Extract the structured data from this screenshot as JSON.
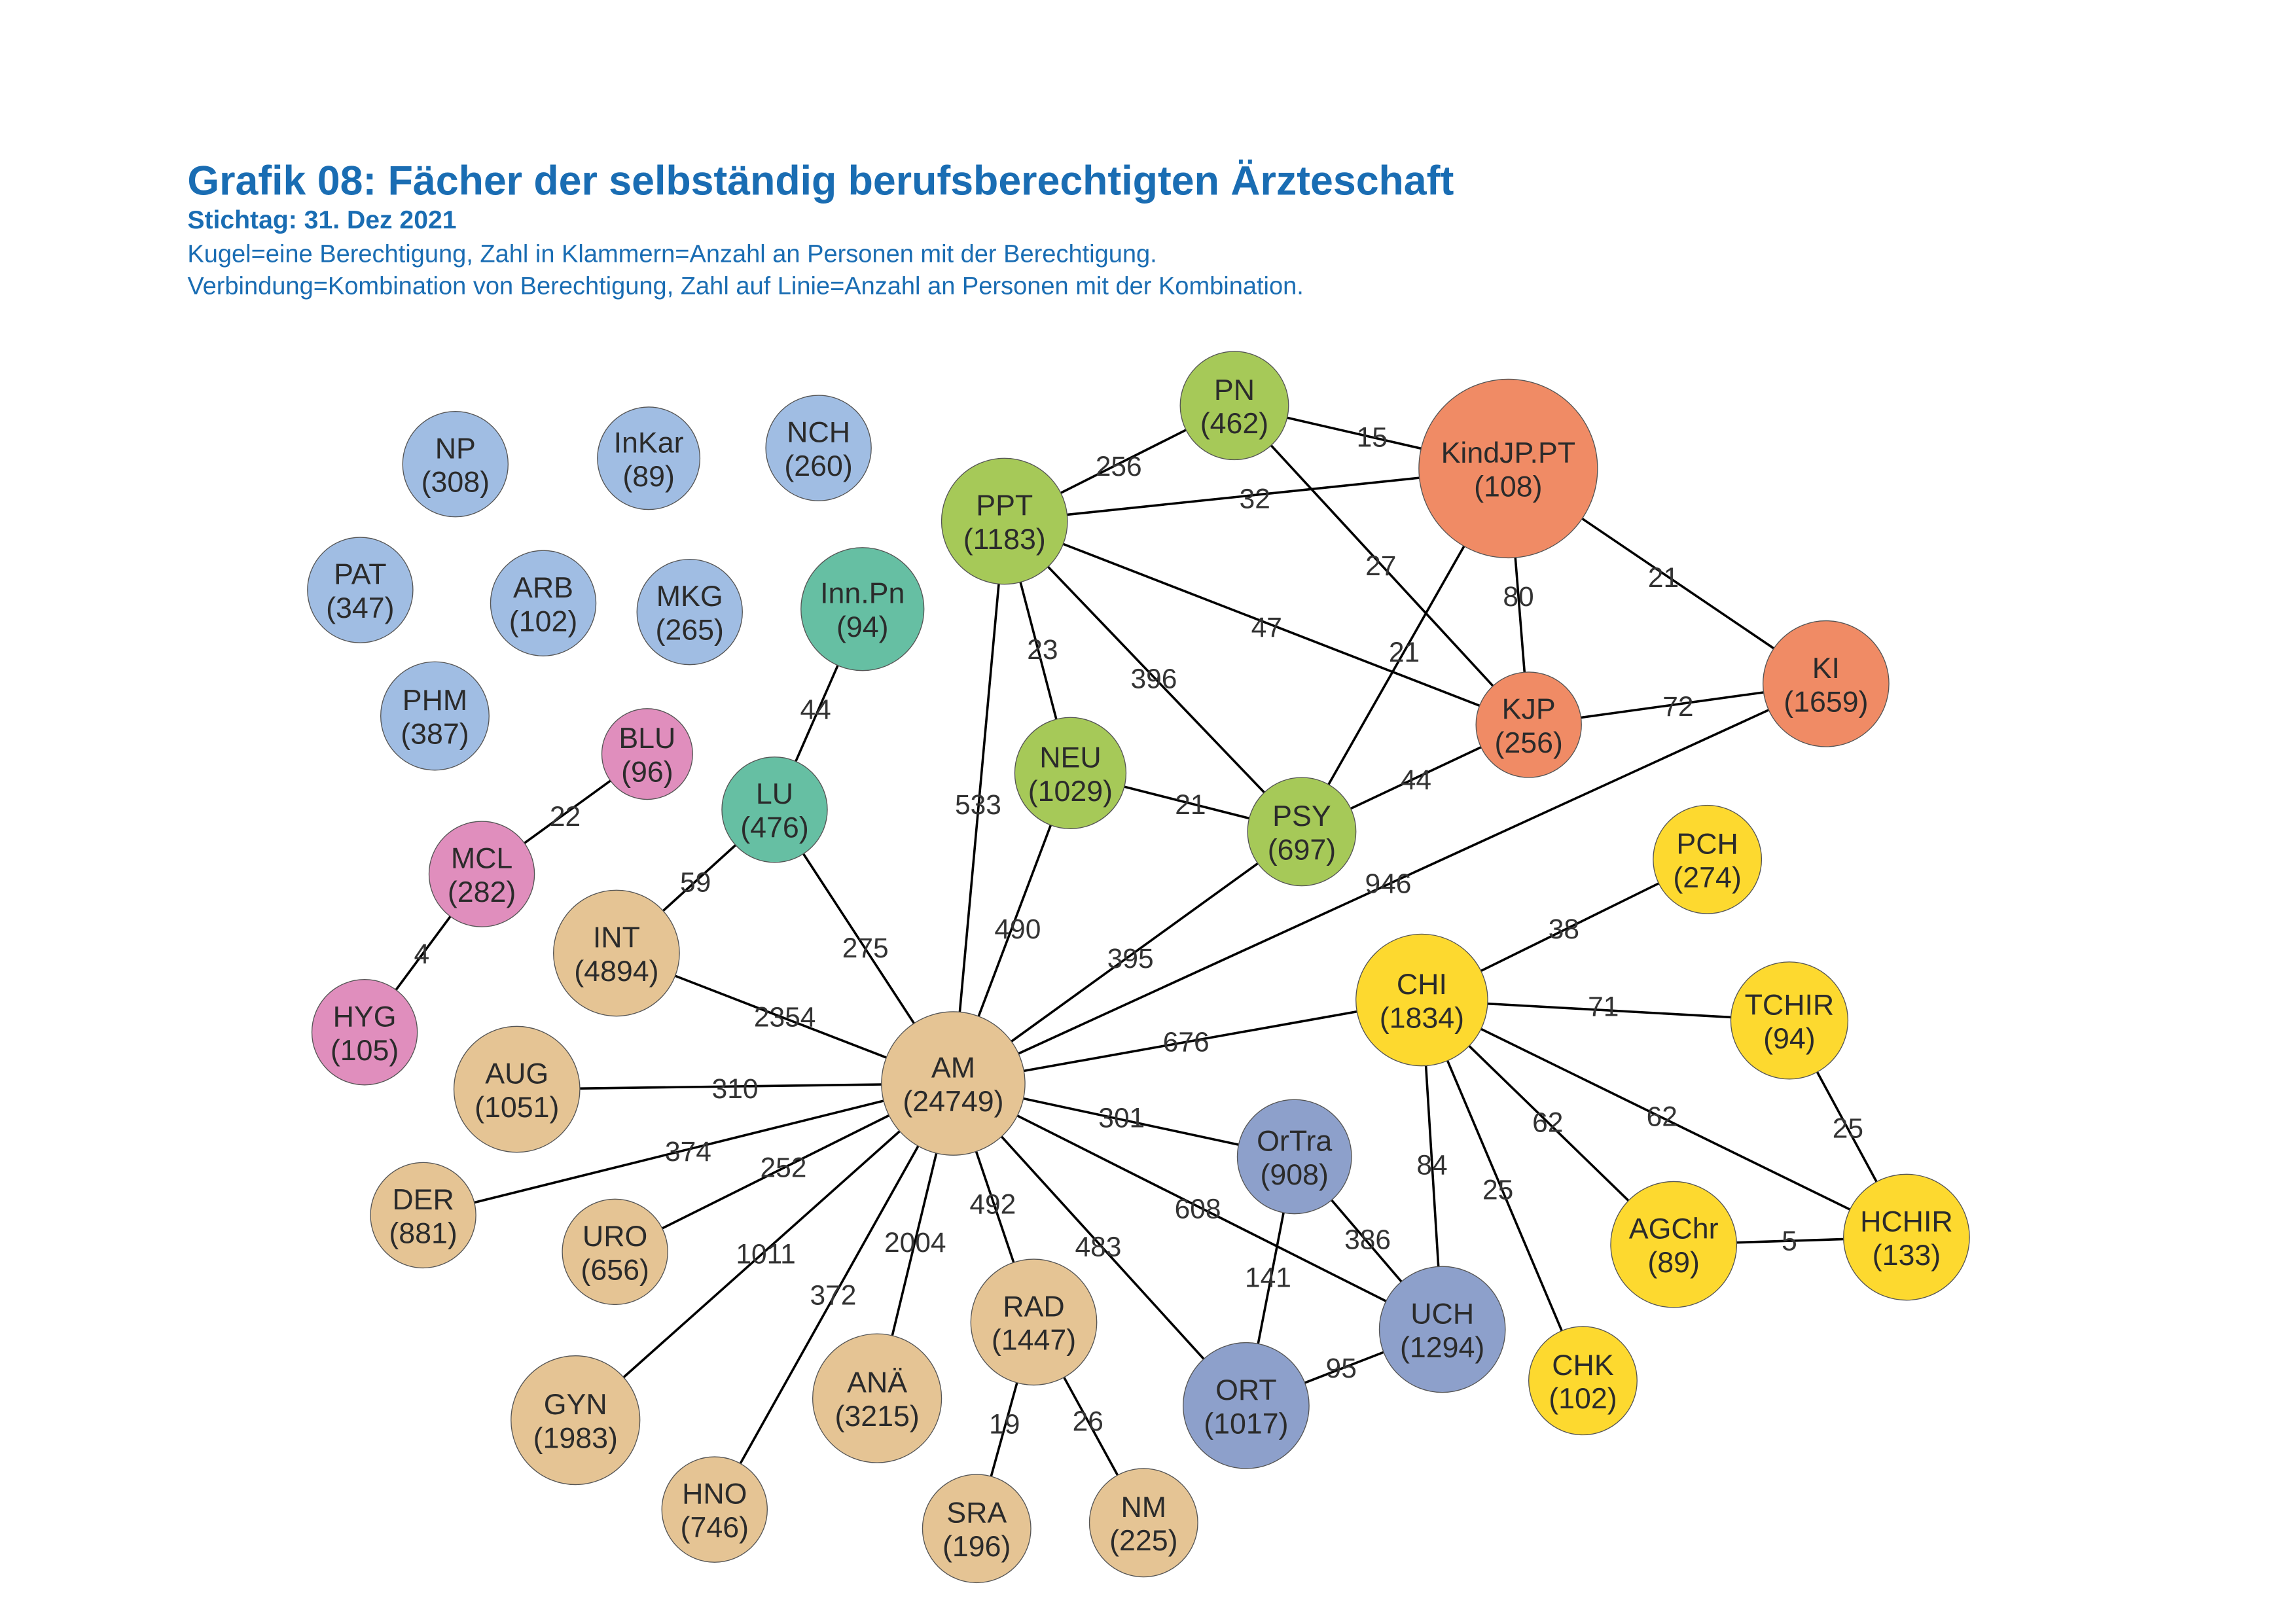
{
  "title": "Grafik 08: Fächer der selbständig berufsberechtigten Ärzteschaft",
  "subtitle": "Stichtag: 31. Dez 2021",
  "legend": [
    "Kugel=eine Berechtigung, Zahl in Klammern=Anzahl an Personen mit der Berechtigung.",
    "Verbindung=Kombination von Berechtigung, Zahl auf Linie=Anzahl an Personen mit der Kombination."
  ],
  "group_colors": {
    "blue": "#a0bde3",
    "teal": "#66bfa3",
    "pink": "#e08ebd",
    "tan": "#e5c494",
    "green": "#a6c958",
    "orange": "#f08b65",
    "yellow": "#fdd92f",
    "slate": "#8da0cb"
  },
  "nodes": [
    {
      "id": "NP",
      "count": 308,
      "group": "blue"
    },
    {
      "id": "InKar",
      "count": 89,
      "group": "blue"
    },
    {
      "id": "NCH",
      "count": 260,
      "group": "blue"
    },
    {
      "id": "PAT",
      "count": 347,
      "group": "blue"
    },
    {
      "id": "ARB",
      "count": 102,
      "group": "blue"
    },
    {
      "id": "MKG",
      "count": 265,
      "group": "blue"
    },
    {
      "id": "PHM",
      "count": 387,
      "group": "blue"
    },
    {
      "id": "Inn.Pn",
      "count": 94,
      "group": "teal"
    },
    {
      "id": "LU",
      "count": 476,
      "group": "teal"
    },
    {
      "id": "BLU",
      "count": 96,
      "group": "pink"
    },
    {
      "id": "MCL",
      "count": 282,
      "group": "pink"
    },
    {
      "id": "HYG",
      "count": 105,
      "group": "pink"
    },
    {
      "id": "INT",
      "count": 4894,
      "group": "tan"
    },
    {
      "id": "AUG",
      "count": 1051,
      "group": "tan"
    },
    {
      "id": "DER",
      "count": 881,
      "group": "tan"
    },
    {
      "id": "URO",
      "count": 656,
      "group": "tan"
    },
    {
      "id": "GYN",
      "count": 1983,
      "group": "tan"
    },
    {
      "id": "HNO",
      "count": 746,
      "group": "tan"
    },
    {
      "id": "ANÄ",
      "count": 3215,
      "group": "tan"
    },
    {
      "id": "RAD",
      "count": 1447,
      "group": "tan"
    },
    {
      "id": "SRA",
      "count": 196,
      "group": "tan"
    },
    {
      "id": "NM",
      "count": 225,
      "group": "tan"
    },
    {
      "id": "AM",
      "count": 24749,
      "group": "tan"
    },
    {
      "id": "PPT",
      "count": 1183,
      "group": "green"
    },
    {
      "id": "PN",
      "count": 462,
      "group": "green"
    },
    {
      "id": "NEU",
      "count": 1029,
      "group": "green"
    },
    {
      "id": "PSY",
      "count": 697,
      "group": "green"
    },
    {
      "id": "KindJP.PT",
      "count": 108,
      "group": "orange"
    },
    {
      "id": "KJP",
      "count": 256,
      "group": "orange"
    },
    {
      "id": "KI",
      "count": 1659,
      "group": "orange"
    },
    {
      "id": "CHI",
      "count": 1834,
      "group": "yellow"
    },
    {
      "id": "PCH",
      "count": 274,
      "group": "yellow"
    },
    {
      "id": "TCHIR",
      "count": 94,
      "group": "yellow"
    },
    {
      "id": "AGChr",
      "count": 89,
      "group": "yellow"
    },
    {
      "id": "HCHIR",
      "count": 133,
      "group": "yellow"
    },
    {
      "id": "CHK",
      "count": 102,
      "group": "yellow"
    },
    {
      "id": "OrTra",
      "count": 908,
      "group": "slate"
    },
    {
      "id": "UCH",
      "count": 1294,
      "group": "slate"
    },
    {
      "id": "ORT",
      "count": 1017,
      "group": "slate"
    }
  ],
  "edges": [
    {
      "source": "PN",
      "target": "PPT",
      "value": 256
    },
    {
      "source": "PN",
      "target": "KindJP.PT",
      "value": 15
    },
    {
      "source": "PPT",
      "target": "KindJP.PT",
      "value": 32
    },
    {
      "source": "PN",
      "target": "KJP",
      "value": 27
    },
    {
      "source": "KindJP.PT",
      "target": "KJP",
      "value": 80
    },
    {
      "source": "KindJP.PT",
      "target": "KI",
      "value": 21
    },
    {
      "source": "KindJP.PT",
      "target": "PSY",
      "value": 21
    },
    {
      "source": "PPT",
      "target": "KJP",
      "value": 47
    },
    {
      "source": "PPT",
      "target": "NEU",
      "value": 23
    },
    {
      "source": "PPT",
      "target": "PSY",
      "value": 396
    },
    {
      "source": "PPT",
      "target": "AM",
      "value": 533
    },
    {
      "source": "NEU",
      "target": "PSY",
      "value": 21
    },
    {
      "source": "NEU",
      "target": "AM",
      "value": 490
    },
    {
      "source": "PSY",
      "target": "KJP",
      "value": 44
    },
    {
      "source": "KJP",
      "target": "KI",
      "value": 72
    },
    {
      "source": "PSY",
      "target": "AM",
      "value": 395
    },
    {
      "source": "KI",
      "target": "AM",
      "value": 946
    },
    {
      "source": "Inn.Pn",
      "target": "LU",
      "value": 44
    },
    {
      "source": "LU",
      "target": "INT",
      "value": 59
    },
    {
      "source": "LU",
      "target": "AM",
      "value": 275
    },
    {
      "source": "BLU",
      "target": "MCL",
      "value": 22
    },
    {
      "source": "MCL",
      "target": "HYG",
      "value": 4
    },
    {
      "source": "INT",
      "target": "AM",
      "value": 2354
    },
    {
      "source": "AUG",
      "target": "AM",
      "value": 310
    },
    {
      "source": "DER",
      "target": "AM",
      "value": 374
    },
    {
      "source": "URO",
      "target": "AM",
      "value": 252
    },
    {
      "source": "GYN",
      "target": "AM",
      "value": 1011
    },
    {
      "source": "HNO",
      "target": "AM",
      "value": 372
    },
    {
      "source": "ANÄ",
      "target": "AM",
      "value": 2004
    },
    {
      "source": "RAD",
      "target": "AM",
      "value": 492
    },
    {
      "source": "ORT",
      "target": "AM",
      "value": 483
    },
    {
      "source": "OrTra",
      "target": "AM",
      "value": 301
    },
    {
      "source": "UCH",
      "target": "AM",
      "value": 608
    },
    {
      "source": "CHI",
      "target": "AM",
      "value": 676
    },
    {
      "source": "RAD",
      "target": "SRA",
      "value": 19
    },
    {
      "source": "RAD",
      "target": "NM",
      "value": 26
    },
    {
      "source": "OrTra",
      "target": "UCH",
      "value": 386
    },
    {
      "source": "OrTra",
      "target": "ORT",
      "value": 141
    },
    {
      "source": "ORT",
      "target": "UCH",
      "value": 95
    },
    {
      "source": "CHI",
      "target": "UCH",
      "value": 84
    },
    {
      "source": "CHI",
      "target": "CHK",
      "value": 25
    },
    {
      "source": "CHI",
      "target": "AGChr",
      "value": 62
    },
    {
      "source": "CHI",
      "target": "HCHIR",
      "value": 62
    },
    {
      "source": "CHI",
      "target": "TCHIR",
      "value": 71
    },
    {
      "source": "CHI",
      "target": "PCH",
      "value": 38
    },
    {
      "source": "TCHIR",
      "target": "HCHIR",
      "value": 25
    },
    {
      "source": "AGChr",
      "target": "HCHIR",
      "value": 5
    }
  ]
}
